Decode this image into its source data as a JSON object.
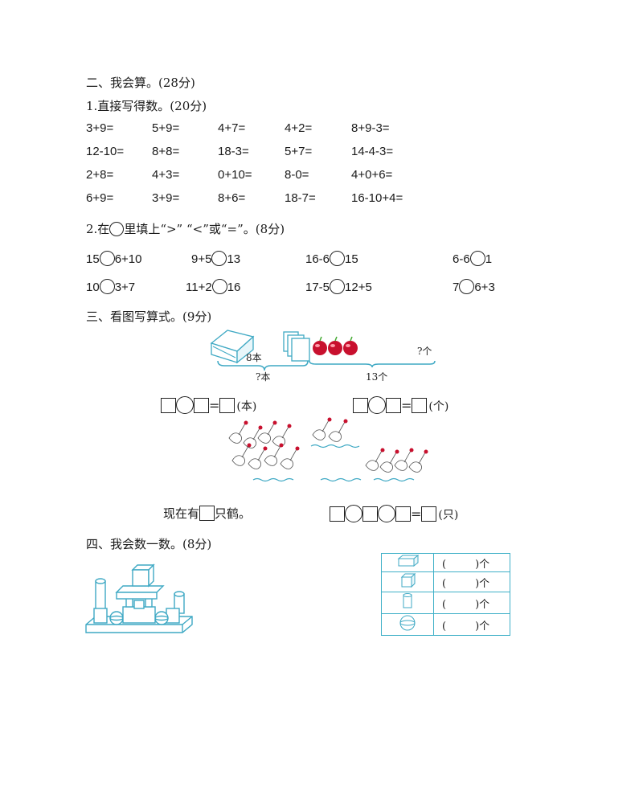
{
  "sec2": {
    "title": "二、我会算。(28分)",
    "q1": {
      "title": "1.直接写得数。(20分)",
      "rows": [
        [
          "3+9=",
          "5+9=",
          "4+7=",
          "4+2=",
          "8+9-3="
        ],
        [
          "12-10=",
          "8+8=",
          "18-3=",
          "5+7=",
          "14-4-3="
        ],
        [
          "2+8=",
          "4+3=",
          "0+10=",
          "8-0=",
          "4+0+6="
        ],
        [
          "6+9=",
          "3+9=",
          "8+6=",
          "18-7=",
          "16-10+4="
        ]
      ]
    },
    "q2": {
      "title_pre": "2.在",
      "title_post": "里填上“>” “<”或“=”。(8分)",
      "rows": [
        [
          {
            "l": "15",
            "r": "6+10"
          },
          {
            "l": "9+5",
            "r": "13"
          },
          {
            "l": "16-6",
            "r": "15"
          },
          {
            "l": "6-6",
            "r": "1"
          }
        ],
        [
          {
            "l": "10",
            "r": "3+7"
          },
          {
            "l": "11+2",
            "r": "16"
          },
          {
            "l": "17-5",
            "r": "12+5"
          },
          {
            "l": "7",
            "r": "6+3"
          }
        ]
      ]
    }
  },
  "sec3": {
    "title": "三、看图写算式。(9分)",
    "fig1": {
      "label_8": "8本",
      "label_q_ben": "?本",
      "label_q_ge": "?个",
      "label_13": "13个"
    },
    "unit_ben": "(本)",
    "unit_ge": "(个)",
    "eq_sign": "=",
    "xian_pre": "现在有",
    "xian_post": "只鹤。",
    "unit_zhi": "(只)"
  },
  "sec4": {
    "title": "四、我会数一数。(8分)",
    "table": [
      {
        "icon": "cuboid-icon",
        "paren": "(",
        "paren_close": ")个"
      },
      {
        "icon": "cube-icon",
        "paren": "(",
        "paren_close": ")个"
      },
      {
        "icon": "cylinder-icon",
        "paren": "(",
        "paren_close": ")个"
      },
      {
        "icon": "sphere-icon",
        "paren": "(",
        "paren_close": ")个"
      }
    ]
  },
  "colors": {
    "teal": "#3fa9c4",
    "apple": "#c8102e"
  }
}
